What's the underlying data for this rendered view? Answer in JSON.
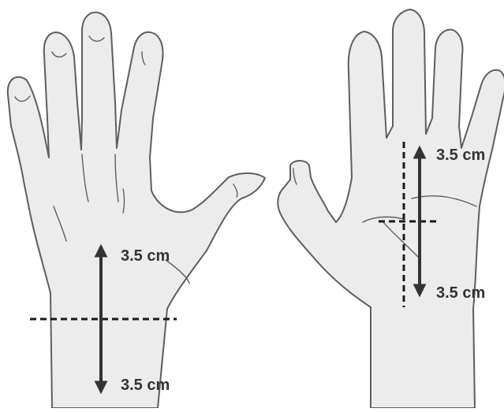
{
  "colors": {
    "skin": "#ececec",
    "outline": "#5e5e5e",
    "arrow": "#333333",
    "dash": "#1a1a1a",
    "label": "#333333"
  },
  "left_hand": {
    "view": "dorsal",
    "proximal_label": "3.5 cm",
    "distal_label": "3.5 cm"
  },
  "right_hand": {
    "view": "palmar",
    "proximal_label": "3.5 cm",
    "distal_label": "3.5 cm"
  }
}
